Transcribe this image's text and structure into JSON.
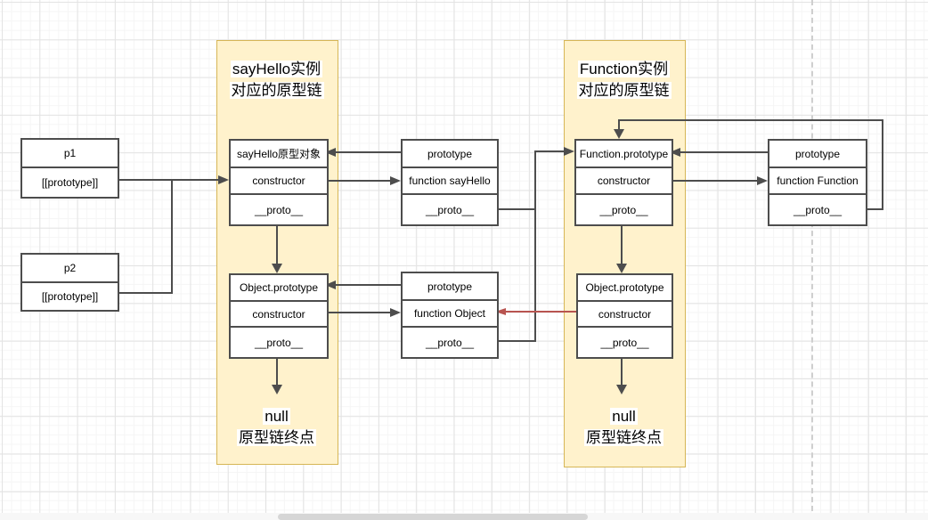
{
  "colors": {
    "region_fill": "#fff2cc",
    "region_border": "#d6b656",
    "box_border": "#4d4d4d",
    "connector": "#4d4d4d",
    "red_connector": "#b85450"
  },
  "regions": [
    {
      "title_lines": [
        "sayHello实例",
        "对应的原型链"
      ],
      "footer_lines": [
        "null",
        "原型链终点"
      ]
    },
    {
      "title_lines": [
        "Function实例",
        "对应的原型链"
      ],
      "footer_lines": [
        "null",
        "原型链终点"
      ]
    }
  ],
  "boxes": {
    "p1": {
      "rows": [
        "p1",
        "[[prototype]]"
      ]
    },
    "p2": {
      "rows": [
        "p2",
        "[[prototype]]"
      ]
    },
    "sayhello_proto": {
      "rows": [
        "sayHello原型对象",
        "constructor",
        "__proto__"
      ]
    },
    "function_sayhello": {
      "rows": [
        "prototype",
        "function sayHello",
        "__proto__"
      ]
    },
    "object_proto_left": {
      "rows": [
        "Object.prototype",
        "constructor",
        "__proto__"
      ]
    },
    "function_object": {
      "rows": [
        "prototype",
        "function Object",
        "__proto__"
      ]
    },
    "function_proto": {
      "rows": [
        "Function.prototype",
        "constructor",
        "__proto__"
      ]
    },
    "object_proto_right": {
      "rows": [
        "Object.prototype",
        "constructor",
        "__proto__"
      ]
    },
    "function_function": {
      "rows": [
        "prototype",
        "function Function",
        "__proto__"
      ]
    }
  }
}
